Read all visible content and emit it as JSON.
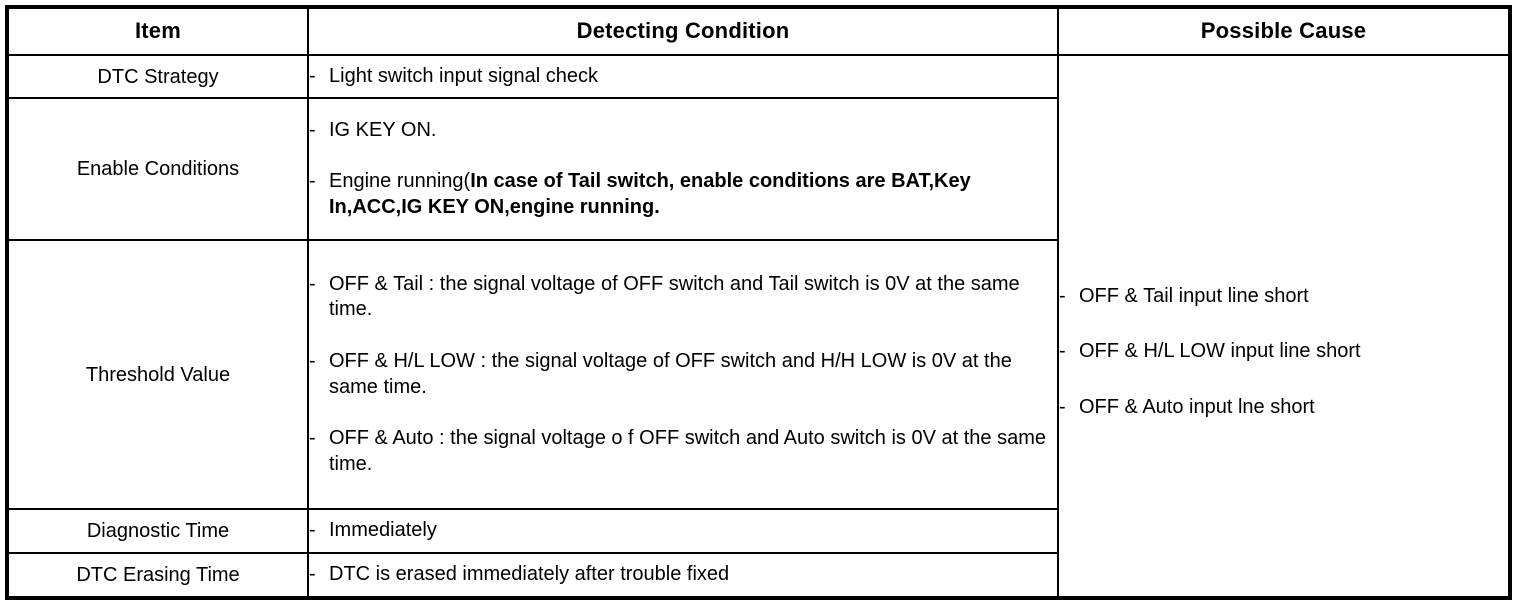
{
  "table": {
    "headers": [
      {
        "label": "Item"
      },
      {
        "label": "Detecting Condition"
      },
      {
        "label": "Possible Cause"
      }
    ],
    "rows": [
      {
        "item": "DTC Strategy",
        "condition_bullets": [
          {
            "dash": "-",
            "text": "Light switch input signal check"
          }
        ]
      },
      {
        "item": "Enable Conditions",
        "condition_bullets": [
          {
            "dash": "-",
            "text": "IG KEY ON."
          },
          {
            "dash": "-",
            "text_plain": "Engine running(",
            "text_bold": "In case of Tail switch, enable conditions are BAT,Key In,ACC,IG KEY ON,engine running."
          }
        ]
      },
      {
        "item": "Threshold Value",
        "condition_bullets": [
          {
            "dash": "-",
            "text": "OFF & Tail : the signal voltage of OFF switch and Tail switch is 0V at the same time."
          },
          {
            "dash": "-",
            "text": "OFF & H/L LOW : the signal voltage of OFF switch and H/H LOW is 0V at the same time."
          },
          {
            "dash": "-",
            "text": "OFF & Auto : the signal voltage o f OFF switch and Auto switch is 0V at the same time."
          }
        ]
      },
      {
        "item": "Diagnostic Time",
        "condition_bullets": [
          {
            "dash": "-",
            "text": "Immediately"
          }
        ]
      },
      {
        "item": "DTC Erasing Time",
        "condition_bullets": [
          {
            "dash": "-",
            "text": "DTC is erased immediately after trouble fixed"
          }
        ]
      }
    ],
    "cause_bullets": [
      {
        "dash": "-",
        "text": "OFF & Tail input line short"
      },
      {
        "dash": "-",
        "text": "OFF & H/L LOW input line short"
      },
      {
        "dash": "-",
        "text": "OFF & Auto input lne short"
      }
    ]
  },
  "colors": {
    "border": "#000000",
    "text": "#000000",
    "background": "#ffffff"
  }
}
